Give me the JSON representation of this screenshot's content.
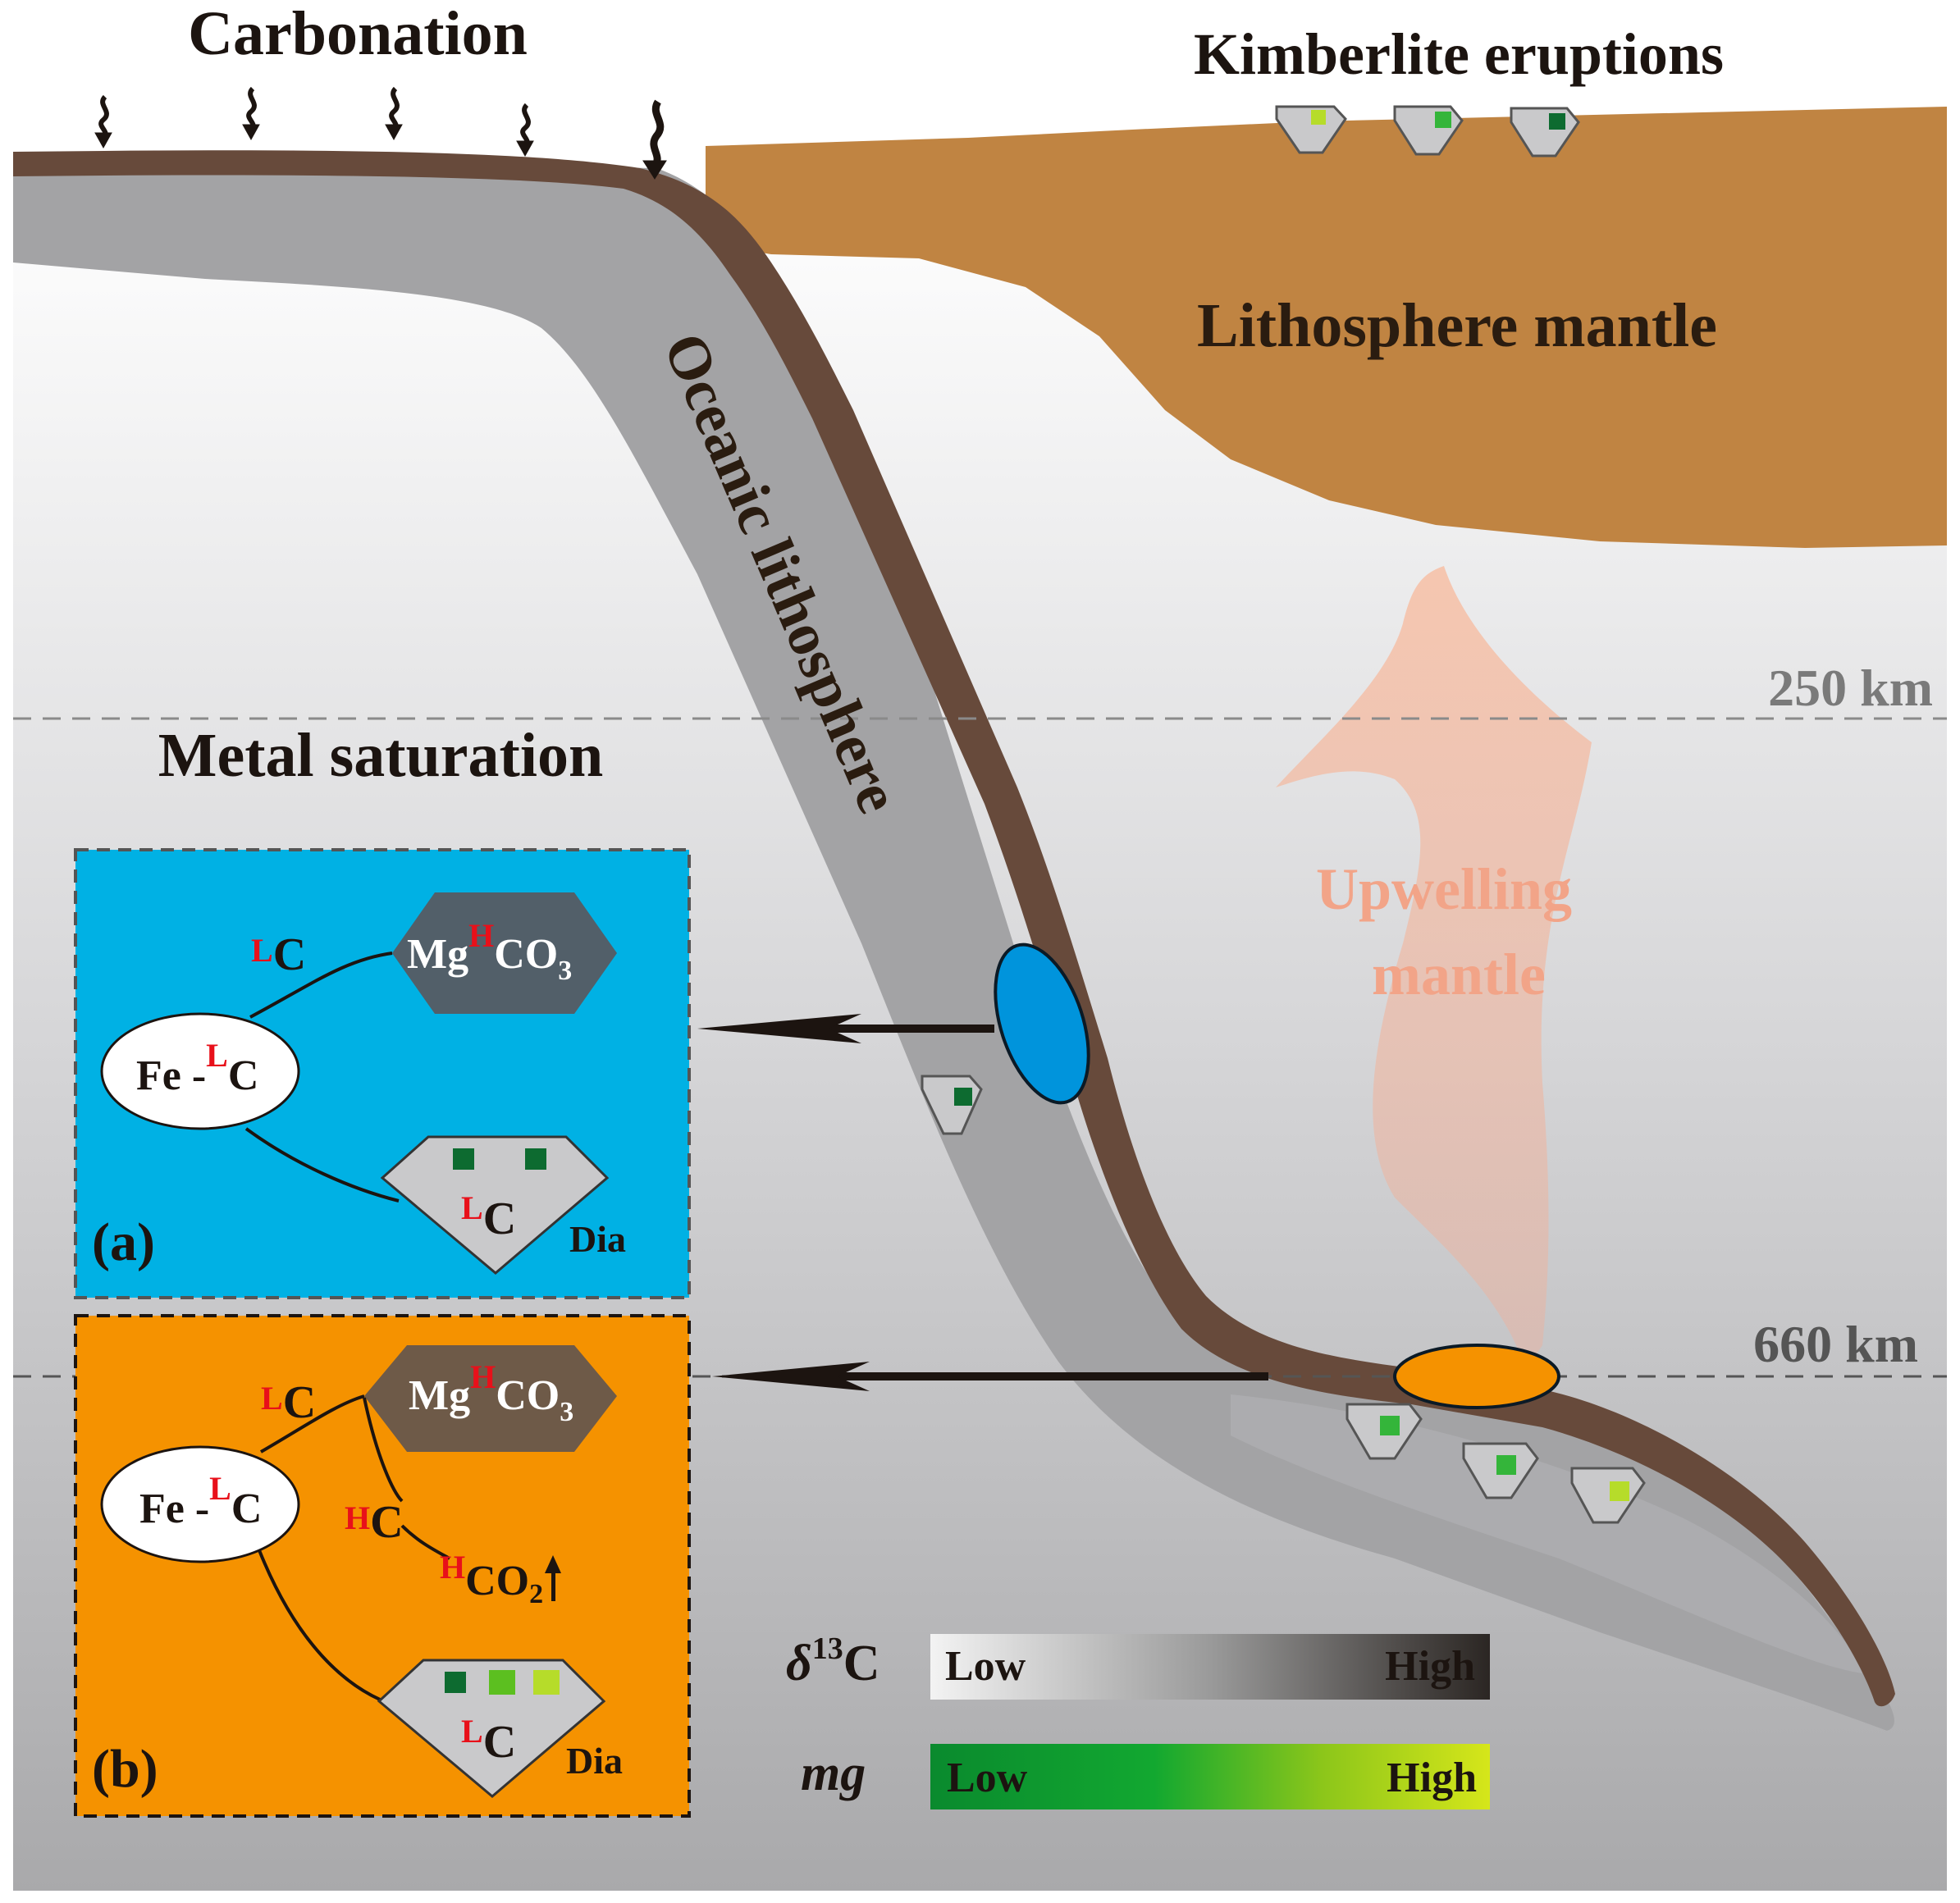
{
  "labels": {
    "carbonation": "Carbonation",
    "kimberlite": "Kimberlite eruptions",
    "lithosphere_mantle": "Lithosphere mantle",
    "oceanic_lithosphere": "Oceanic lithosphere",
    "metal_saturation": "Metal saturation",
    "upwelling_line1": "Upwelling",
    "upwelling_line2": "mantle",
    "depth_250": "250 km",
    "depth_660": "660 km"
  },
  "panel_a": {
    "tag": "(a)",
    "fe_c": {
      "left": "Fe -",
      "sup": "L",
      "right": "C"
    },
    "c_top": {
      "sup": "L",
      "right": "C"
    },
    "carbonate": {
      "left": "Mg",
      "sup": "H",
      "right": "CO",
      "sub": "3"
    },
    "diamond_c": {
      "sup": "L",
      "right": "C"
    },
    "dia": "Dia"
  },
  "panel_b": {
    "tag": "(b)",
    "fe_c": {
      "left": "Fe -",
      "sup": "L",
      "right": "C"
    },
    "c_top": {
      "sup": "L",
      "right": "C"
    },
    "carbonate": {
      "left": "Mg",
      "sup": "H",
      "right": "CO",
      "sub": "3"
    },
    "c_mid": {
      "sup": "H",
      "right": "C"
    },
    "co2": {
      "sup": "H",
      "right": "CO",
      "sub": "2"
    },
    "diamond_c": {
      "sup": "L",
      "right": "C"
    },
    "dia": "Dia"
  },
  "legend": {
    "delta_symbol": "δ",
    "delta_sup": "13",
    "delta_right": "C",
    "delta_low": "Low",
    "delta_high": "High",
    "mg_label": "mg",
    "mg_low": "Low",
    "mg_high": "High"
  },
  "colors": {
    "slab_gray": "#a3a3a5",
    "crust_brown": "#674a3b",
    "lithosphere": "#c08442",
    "panel_a_bg": "#00b1e4",
    "panel_b_bg": "#f59200",
    "melt_blue": "#0094dc",
    "melt_orange": "#f59200",
    "upwelling": "#f2b39a",
    "label_red": "#e8101a",
    "mg_low": "#0a8a2e",
    "mg_high": "#d6e61a",
    "carbonate_a": "#525f69",
    "carbonate_b": "#6e5a48"
  }
}
